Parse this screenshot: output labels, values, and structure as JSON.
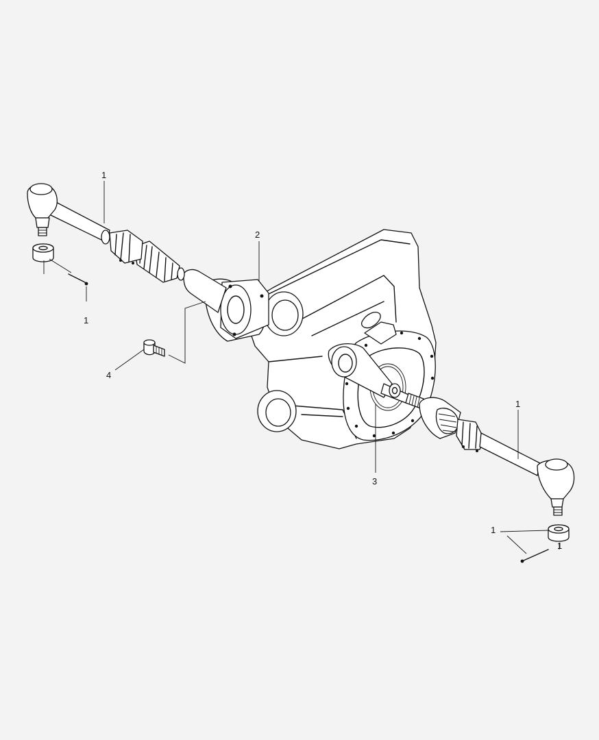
{
  "colors": {
    "background": "#f3f3f3",
    "ink": "#111111"
  },
  "callouts": {
    "c1_left_top": "1",
    "c1_left_bottom": "1",
    "c2": "2",
    "c3": "3",
    "c4": "4",
    "c1_right_top": "1",
    "c1_right_mid": "1",
    "c1_right_bottom": "1"
  }
}
